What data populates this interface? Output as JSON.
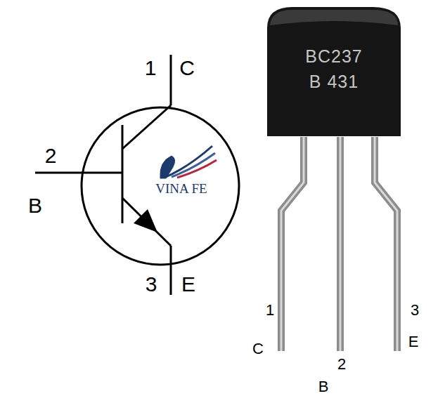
{
  "diagram": {
    "nodes": [
      {
        "text": [
          "BC237",
          "B 431"
        ]
      }
    ],
    "labels": [
      "1",
      "C",
      "2",
      "B",
      "VINA FE",
      "3",
      "E",
      "1",
      "C",
      "2",
      "B",
      "3",
      "E"
    ]
  }
}
